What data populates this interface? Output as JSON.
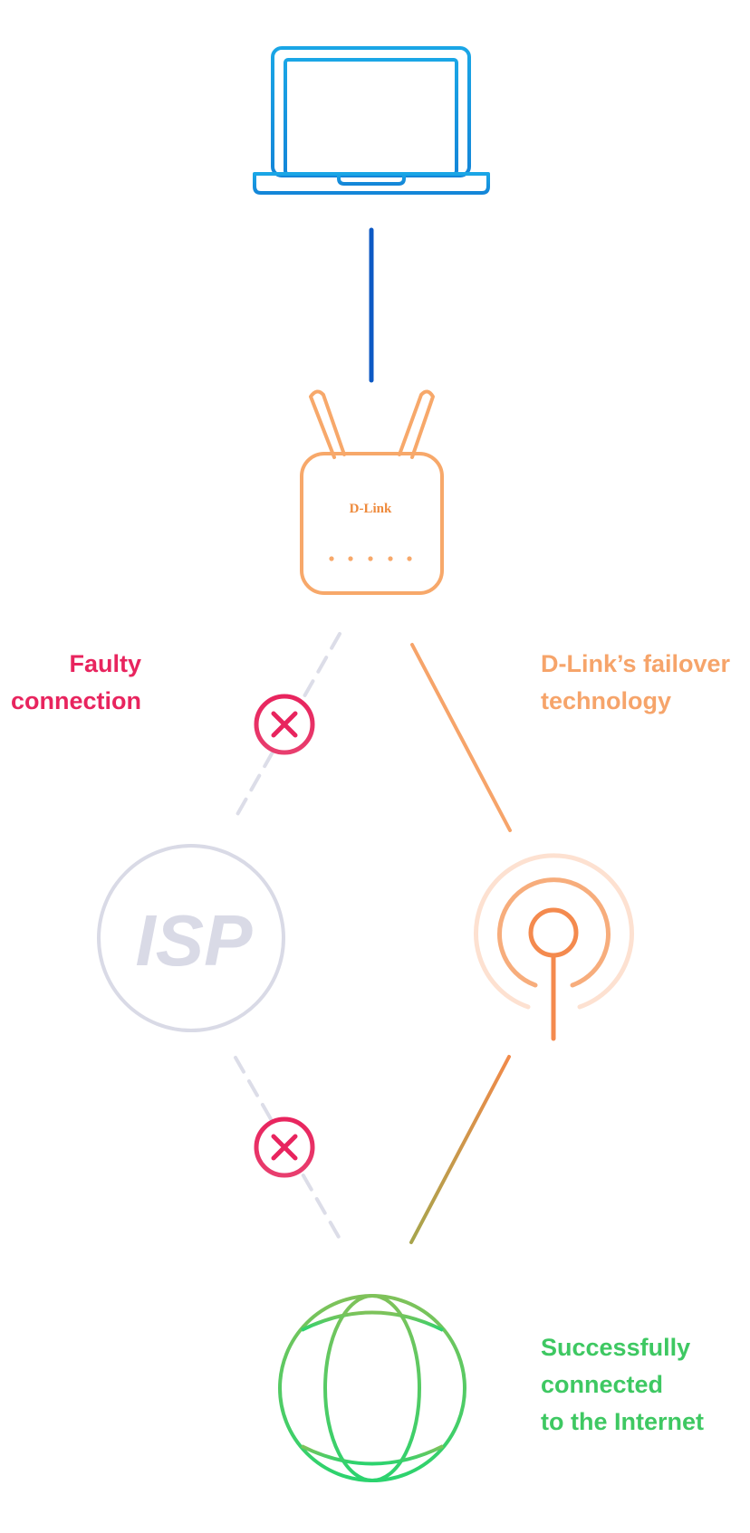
{
  "labels": {
    "faulty": [
      "Faulty",
      "connection"
    ],
    "failover": [
      "D-Link’s failover",
      "technology"
    ],
    "success": [
      "Successfully",
      "connected",
      "to the Internet"
    ]
  },
  "router": {
    "brand": "D-Link"
  },
  "isp": {
    "label": "ISP"
  },
  "icons": [
    "laptop-icon",
    "router-icon",
    "isp-icon",
    "cellular-tower-icon",
    "globe-icon",
    "error-x-icon"
  ],
  "colors": {
    "laptop": "#1a9be0",
    "link_laptop_router": "#0d59c4",
    "router": "#f7a86a",
    "router_text": "#ee8a3c",
    "faulty": "#e8245e",
    "failover": "#f6a46a",
    "success": "#3ec862",
    "isp": "#d9dae6",
    "dashed": "#dcdde8",
    "tower": "#f48a4e",
    "tower_faint": "#fde1d1",
    "globe": "#3ec862"
  }
}
